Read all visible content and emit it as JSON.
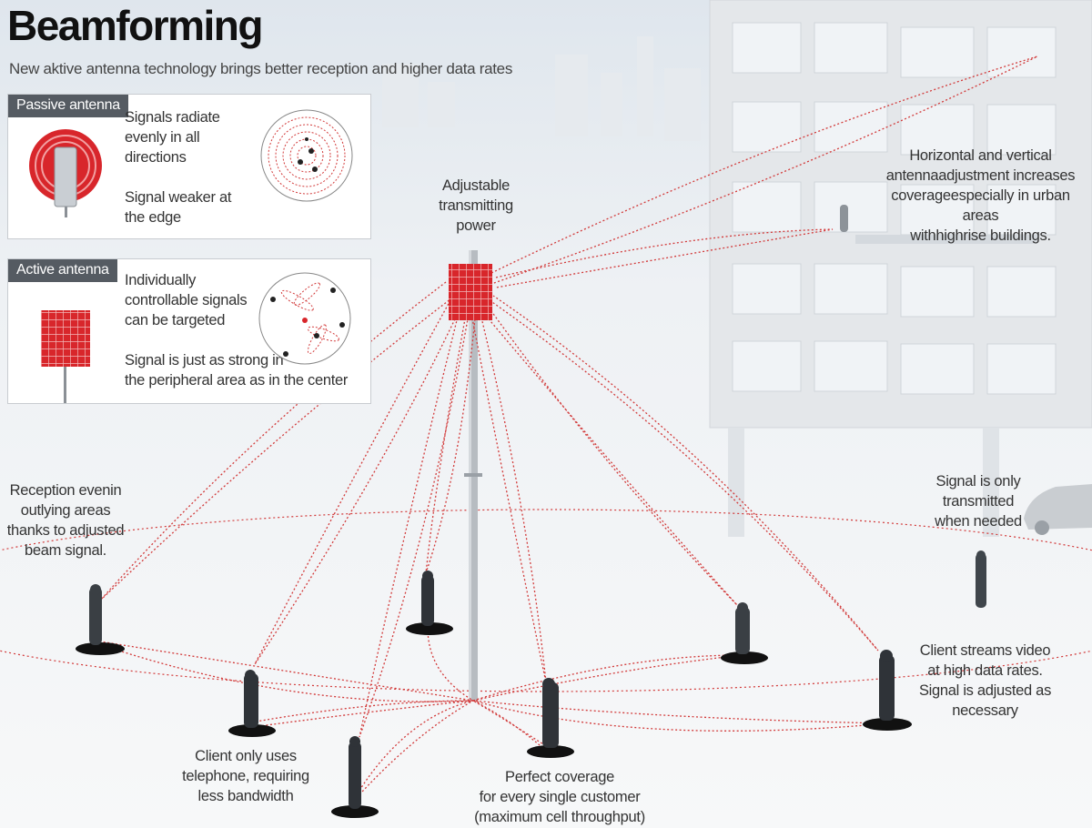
{
  "title": "Beamforming",
  "subtitle": "New aktive antenna technology brings better reception and higher data rates",
  "passive_panel": {
    "tag": "Passive antenna",
    "line1": "Signals radiate",
    "line2": "evenly in all",
    "line3": "directions",
    "line4": "Signal weaker at",
    "line5": "the edge"
  },
  "active_panel": {
    "tag": "Active antenna",
    "line1": "Individually",
    "line2": "controllable signals",
    "line3": "can be targeted",
    "line4": "Signal is just as strong in",
    "line5": "the peripheral area as in the center"
  },
  "callouts": {
    "power": [
      "Adjustable",
      "transmitting",
      "power"
    ],
    "urban": [
      "Horizontal and vertical",
      "antennaadjustment increases",
      "coverageespecially in urban areas",
      "withhighrise buildings."
    ],
    "outlying": [
      "Reception evenin",
      "outlying areas",
      "thanks to adjusted",
      "beam signal."
    ],
    "needed": [
      "Signal is only",
      "transmitted",
      "when needed"
    ],
    "video": [
      "Client streams video",
      "at high data rates.",
      "Signal is adjusted as",
      "necessary"
    ],
    "telephone": [
      "Client only uses",
      "telephone, requiring",
      "less bandwidth"
    ],
    "coverage": [
      "Perfect coverage",
      "for every single customer",
      "(maximum cell throughput)"
    ]
  },
  "colors": {
    "beam": "#d23a3a",
    "antenna": "#d8262b",
    "tag_bg": "#555b62",
    "building": "#e4e7ea"
  }
}
